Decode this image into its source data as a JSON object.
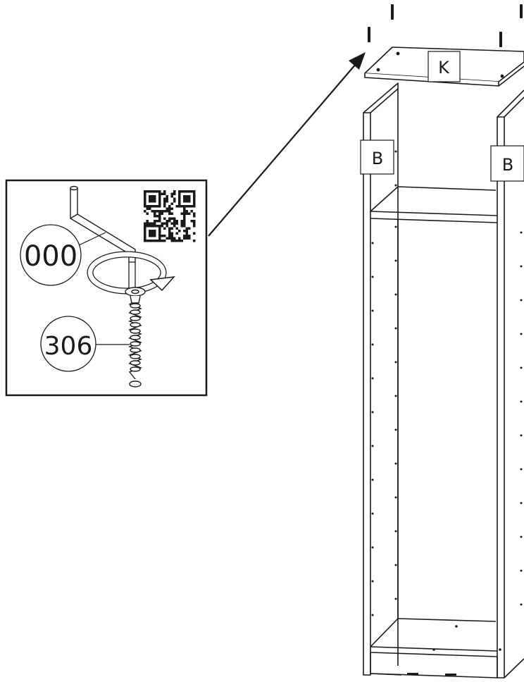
{
  "labels": {
    "tool_part": "000",
    "screw_part": "306",
    "top_panel": "K",
    "side_panel_left": "B",
    "side_panel_right": "B"
  },
  "colors": {
    "line": "#1a1a1a",
    "background": "#ffffff",
    "arrow": "#1a1a1a"
  },
  "icons": [
    "allen-key-icon",
    "rotate-arrow-icon",
    "screw-icon",
    "qr-code-icon",
    "dowel-icon"
  ]
}
